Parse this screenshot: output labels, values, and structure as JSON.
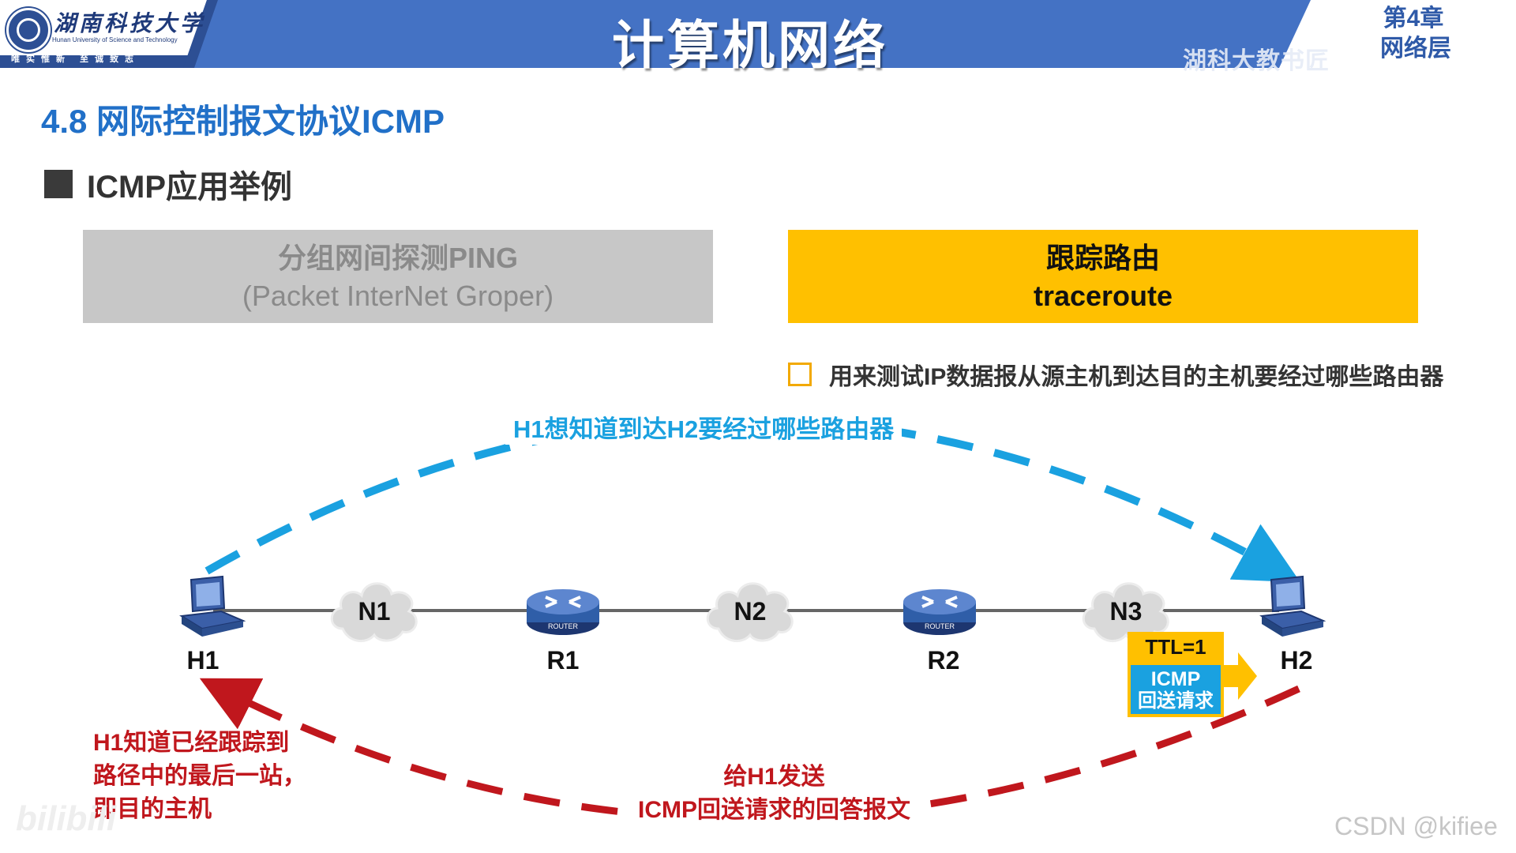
{
  "header": {
    "university_cn": "湖南科技大学",
    "university_en": "Hunan University of Science and Technology",
    "motto": "唯实惟新 至诚致志",
    "course_title": "计算机网络",
    "source_tag": "湖科大教书匠",
    "chapter_number": "第4章",
    "chapter_name": "网络层",
    "platform_watermark": "bilibili",
    "colors": {
      "band": "#4472c4",
      "logo_panel": "#ffffff",
      "chapter_text": "#2f5aa8"
    }
  },
  "section": {
    "title": "4.8 网际控制报文协议ICMP",
    "subtitle": "ICMP应用举例"
  },
  "methods": {
    "ping": {
      "name": "分组网间探测PING",
      "full": "(Packet InterNet Groper)",
      "color": "#c7c7c7"
    },
    "traceroute": {
      "name": "跟踪路由",
      "full": "traceroute",
      "color": "#ffc000"
    }
  },
  "bullet": {
    "text": "用来测试IP数据报从源主机到达目的主机要经过哪些路由器",
    "icon": "checkbox-outline-icon"
  },
  "diagram": {
    "top_arc_label": "H1想知道到达H2要经过哪些路由器",
    "nodes": {
      "h1": "H1",
      "r1": "R1",
      "r2": "R2",
      "h2": "H2"
    },
    "networks": {
      "n1": "N1",
      "n2": "N2",
      "n3": "N3"
    },
    "router_caption": "ROUTER",
    "packet": {
      "ttl": "TTL=1",
      "type_line1": "ICMP",
      "type_line2": "回送请求"
    },
    "bottom_left_label": [
      "H1知道已经跟踪到",
      "路径中的最后一站，",
      "即目的主机"
    ],
    "bottom_center_label": [
      "给H1发送",
      "ICMP回送请求的回答报文"
    ],
    "colors": {
      "top_arc": "#1aa1e0",
      "bottom_arc": "#c0171d",
      "link": "#666666",
      "router": "#2f5ea8",
      "host": "#3b5fa8"
    }
  },
  "watermarks": {
    "csdn": "CSDN @kifiee",
    "bilibili": "bilibili"
  }
}
